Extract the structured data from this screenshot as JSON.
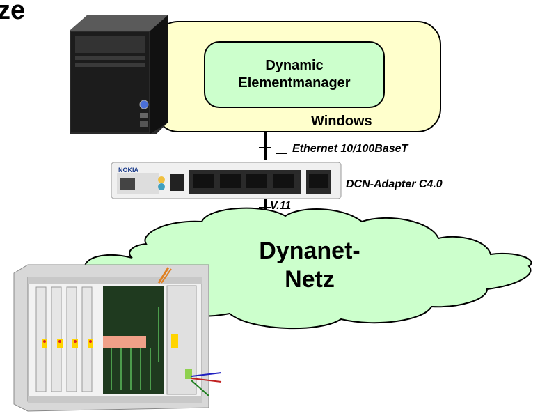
{
  "title_fragment": "ze",
  "elementmanager": {
    "line1": "Dynamic",
    "line2": "Elementmanager"
  },
  "os_label": "Windows",
  "link_ethernet": "Ethernet 10/100BaseT",
  "adapter": {
    "name": "DCN-Adapter C4.0",
    "brand": "NOKIA"
  },
  "link_v11": "V.11",
  "network": {
    "line1": "Dynanet-",
    "line2": "Netz"
  },
  "colors": {
    "windows_box": "#ffffcc",
    "elementmanager_box": "#ccffcc",
    "cloud": "#ccffcc"
  }
}
